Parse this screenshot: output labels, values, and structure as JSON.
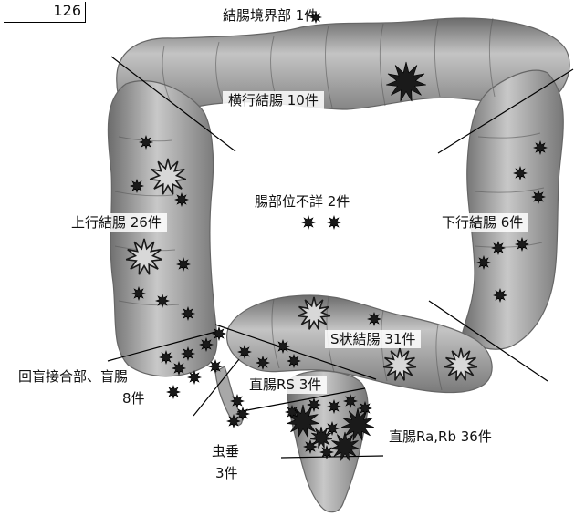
{
  "page_number": "126",
  "labels": {
    "border": "結腸境界部 1件",
    "transverse": "横行結腸 10件",
    "ascending": "上行結腸 26件",
    "unknown": "腸部位不詳 2件",
    "descending": "下行結腸 6件",
    "sigmoid": "S状結腸 31件",
    "cecum_line1": "回盲接合部、盲腸",
    "cecum_line2": "8件",
    "rs": "直腸RS 3件",
    "appendix_line1": "虫垂",
    "appendix_line2": "3件",
    "rarb": "直腸Ra,Rb 36件"
  },
  "colors": {
    "colon_fill": "#9e9e9e",
    "colon_edge": "#6a6a6a",
    "lesion": "#1a1a1a"
  }
}
